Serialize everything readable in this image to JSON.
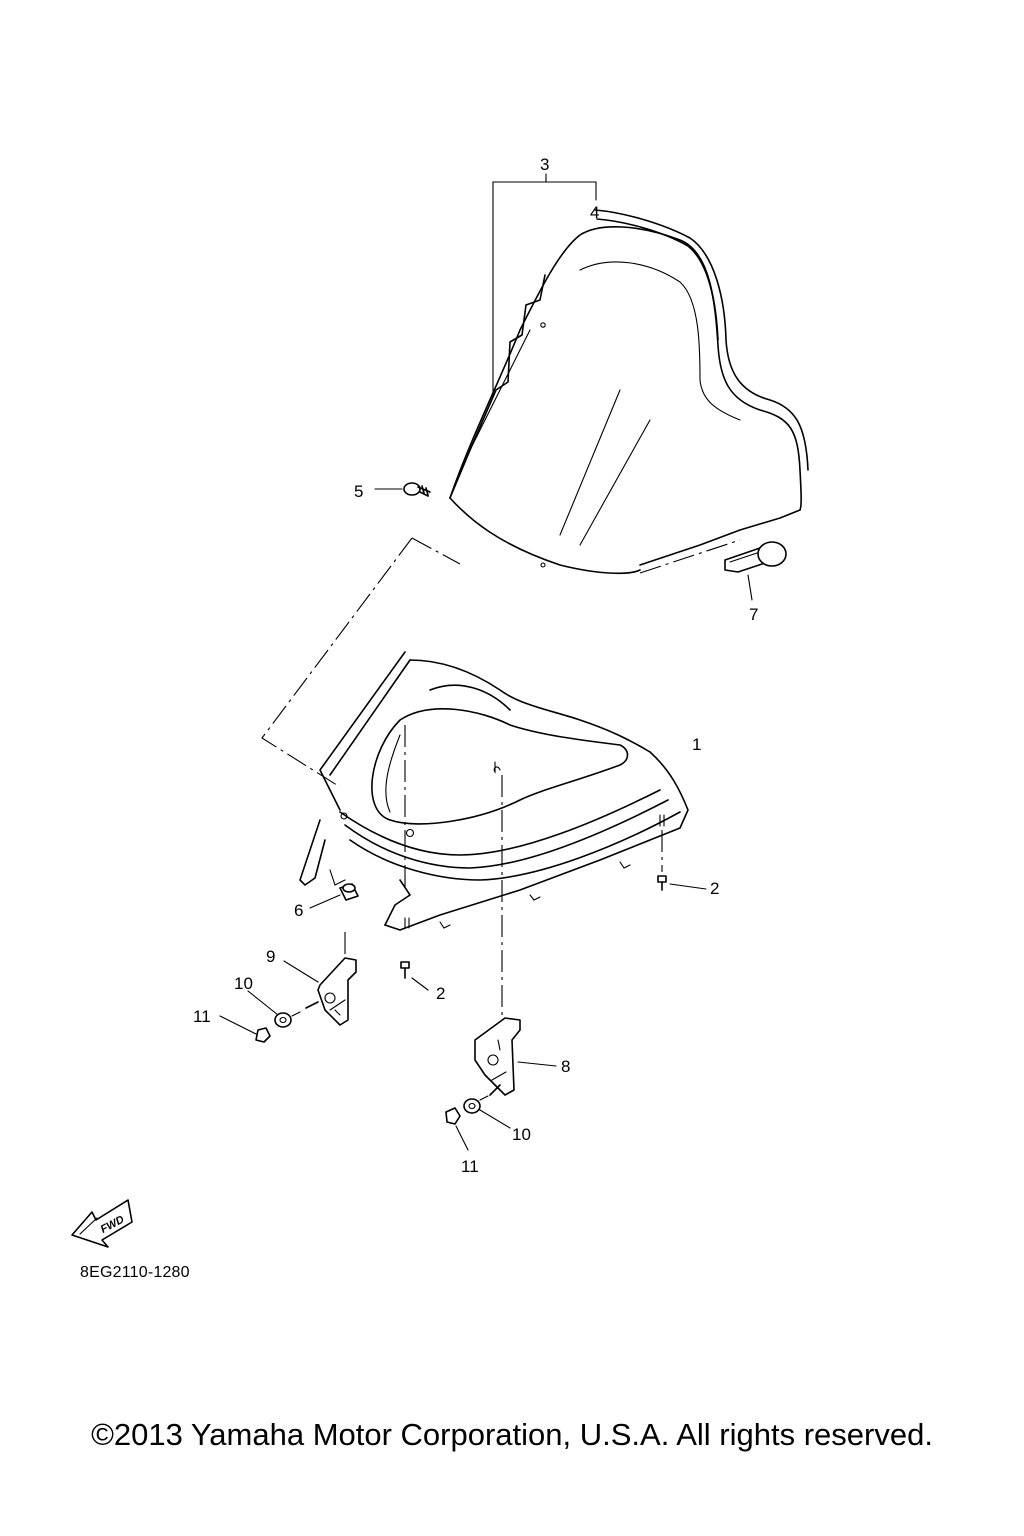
{
  "callouts": {
    "c1": "1",
    "c2a": "2",
    "c2b": "2",
    "c3": "3",
    "c4": "4",
    "c5": "5",
    "c6": "6",
    "c7": "7",
    "c8": "8",
    "c9": "9",
    "c10a": "10",
    "c10b": "10",
    "c11a": "11",
    "c11b": "11"
  },
  "fwd_label": "FWD",
  "diagram_code": "8EG2110-1280",
  "copyright": "©2013 Yamaha Motor Corporation, U.S.A. All rights reserved."
}
